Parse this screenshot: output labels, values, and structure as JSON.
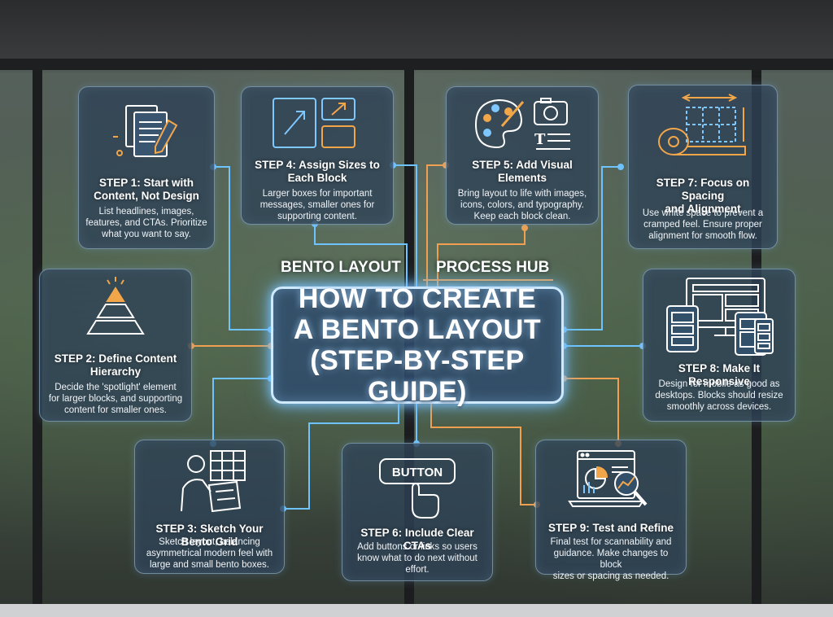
{
  "hub": {
    "label_left": "BENTO LAYOUT",
    "label_right": "PROCESS HUB",
    "title_lines": [
      "HOW TO CREATE",
      "A BENTO LAYOUT",
      "(STEP-BY-STEP GUIDE)"
    ]
  },
  "steps": [
    {
      "id": 1,
      "icon": "documents-pencil-icon",
      "title": [
        "STEP 1: Start with",
        "Content, Not Design"
      ],
      "desc": [
        "List headlines, images,",
        "features, and CTAs. Prioritize",
        "what you want to say."
      ]
    },
    {
      "id": 2,
      "icon": "pyramid-hierarchy-icon",
      "title": [
        "STEP 2: Define Content",
        "Hierarchy"
      ],
      "desc": [
        "Decide the 'spotlight' element",
        "for larger blocks, and supporting",
        "content for smaller ones."
      ]
    },
    {
      "id": 3,
      "icon": "person-sketching-grid-icon",
      "title": [
        "STEP 3: Sketch Your Bento Grid"
      ],
      "desc": [
        "Sketch layout, balancing",
        "asymmetrical modern feel with",
        "large and small bento boxes."
      ]
    },
    {
      "id": 4,
      "icon": "resize-boxes-icon",
      "title": [
        "STEP 4: Assign Sizes to",
        "Each Block"
      ],
      "desc": [
        "Larger boxes for important",
        "messages, smaller ones for",
        "supporting content."
      ]
    },
    {
      "id": 5,
      "icon": "palette-camera-icon",
      "title": [
        "STEP 5: Add Visual",
        "Elements"
      ],
      "desc": [
        "Bring layout to life with images,",
        "icons, colors, and typography.",
        "Keep each block clean."
      ]
    },
    {
      "id": 6,
      "icon": "button-click-icon",
      "icon_text": "BUTTON",
      "title": [
        "STEP 6: Include Clear CTAs"
      ],
      "desc": [
        "Add buttons or links so users",
        "know what to do next without",
        "effort."
      ]
    },
    {
      "id": 7,
      "icon": "measuring-tape-grid-icon",
      "title": [
        "STEP 7: Focus on Spacing",
        "and Alignment"
      ],
      "desc": [
        "Use white space to prevent a",
        "cramped feel. Ensure proper",
        "alignment for smooth flow."
      ]
    },
    {
      "id": 8,
      "icon": "responsive-devices-icon",
      "title": [
        "STEP 8: Make It Responsive"
      ],
      "desc": [
        "Design for mobile as good as",
        "desktops. Blocks should resize",
        "smoothly across devices."
      ]
    },
    {
      "id": 9,
      "icon": "analytics-magnifier-icon",
      "title": [
        "STEP 9: Test and Refine"
      ],
      "desc": [
        "Final test for scannability and",
        "guidance. Make changes to block",
        "sizes or spacing as needed."
      ]
    }
  ],
  "colors": {
    "wire_blue": "#6fc3ff",
    "wire_orange": "#f0a050",
    "icon_line": "#ffffff",
    "icon_accent": "#f2a64a"
  }
}
